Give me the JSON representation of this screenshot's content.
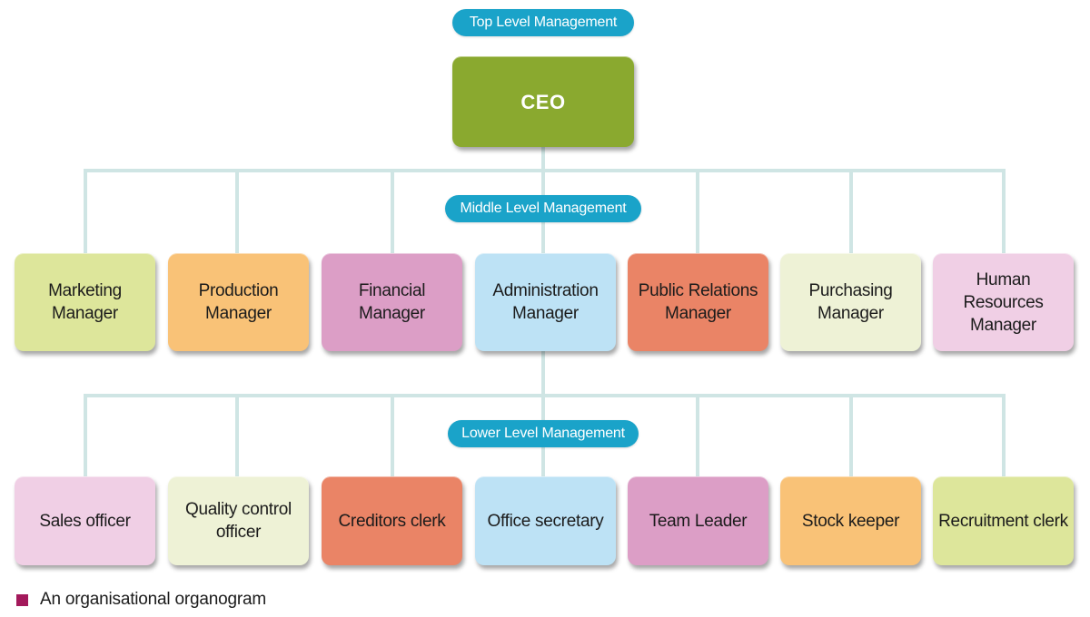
{
  "levels": {
    "top": "Top Level Management",
    "middle": "Middle Level Management",
    "lower": "Lower Level Management"
  },
  "ceo": {
    "label": "CEO",
    "color": "#8aa92f"
  },
  "middle_nodes": [
    {
      "label": "Marketing\nManager",
      "color": "#dde69b"
    },
    {
      "label": "Production\nManager",
      "color": "#f9c277"
    },
    {
      "label": "Financial\nManager",
      "color": "#dc9ec6"
    },
    {
      "label": "Administration\nManager",
      "color": "#bde2f5"
    },
    {
      "label": "Public Relations\nManager",
      "color": "#ea8466"
    },
    {
      "label": "Purchasing\nManager",
      "color": "#eef2d6"
    },
    {
      "label": "Human Resources\nManager",
      "color": "#f0cfe5"
    }
  ],
  "lower_nodes": [
    {
      "label": "Sales officer",
      "color": "#f0cfe5"
    },
    {
      "label": "Quality control\nofficer",
      "color": "#eef2d6"
    },
    {
      "label": "Creditors clerk",
      "color": "#ea8466"
    },
    {
      "label": "Office secretary",
      "color": "#bde2f5"
    },
    {
      "label": "Team Leader",
      "color": "#dc9ec6"
    },
    {
      "label": "Stock keeper",
      "color": "#f9c277"
    },
    {
      "label": "Recruitment clerk",
      "color": "#dde69b"
    }
  ],
  "caption": {
    "text": "An organisational organogram",
    "bullet_color": "#a3195b"
  },
  "colors": {
    "pill": "#1aa3c9",
    "connector": "#cfe5e4"
  }
}
